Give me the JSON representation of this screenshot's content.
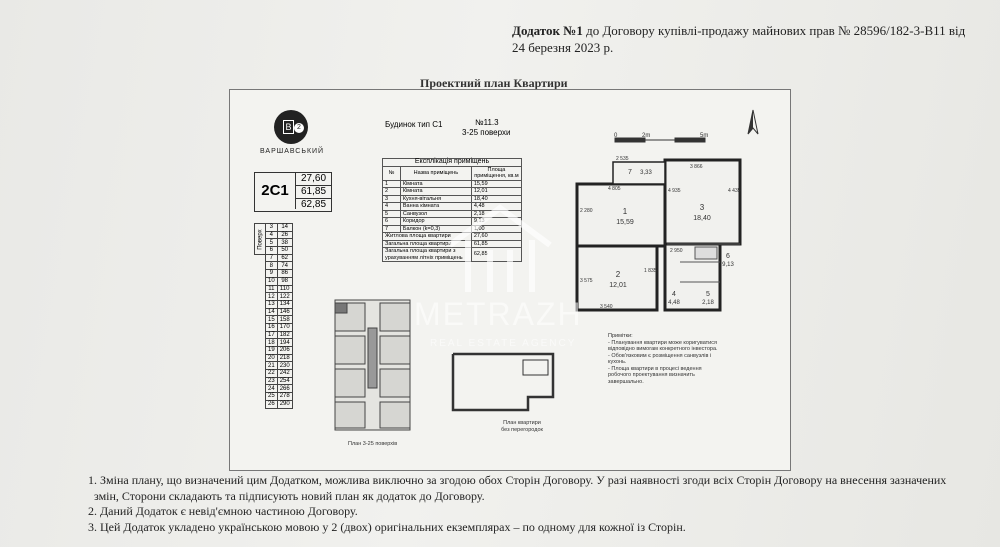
{
  "header": {
    "line1_bold": "Додаток №1",
    "line1_rest": " до Договору купівлі-продажу майнових прав  № 28596/182-3-В11 від",
    "line2": "24 березня 2023 р."
  },
  "plan_title": "Проектний план Квартири",
  "logo": {
    "letter": "B",
    "number": "2",
    "brand": "ВАРШАВСЬКИЙ"
  },
  "apartment_code": {
    "code": "2С1",
    "values": [
      "27,60",
      "61,85",
      "62,85"
    ]
  },
  "building": {
    "type": "Будинок тип С1",
    "number": "№11.3",
    "floors": "3-25 поверхи"
  },
  "explication": {
    "caption": "Експлікація приміщень",
    "headers": [
      "№",
      "Назва приміщень",
      "Площа приміщення, кв.м"
    ],
    "rows": [
      [
        "1",
        "Кімната",
        "15,59"
      ],
      [
        "2",
        "Кімната",
        "12,01"
      ],
      [
        "3",
        "Кухня-вітальня",
        "18,40"
      ],
      [
        "4",
        "Ванна кімната",
        "4,48"
      ],
      [
        "5",
        "Санвузол",
        "2,18"
      ],
      [
        "6",
        "Коридор",
        "9,13"
      ],
      [
        "7",
        "Балкон (k=0,3)",
        "1,00"
      ]
    ],
    "summary": [
      [
        "Житлова площа квартири",
        "27,60"
      ],
      [
        "Загальна площа квартири",
        "61,85"
      ],
      [
        "Загальна площа квартири з урахуванням літніх приміщень",
        "62,85"
      ]
    ]
  },
  "floors_table": {
    "label": "Поверх",
    "rows": [
      [
        "3",
        "14"
      ],
      [
        "4",
        "26"
      ],
      [
        "5",
        "38"
      ],
      [
        "6",
        "50"
      ],
      [
        "7",
        "62"
      ],
      [
        "8",
        "74"
      ],
      [
        "9",
        "86"
      ],
      [
        "10",
        "98"
      ],
      [
        "11",
        "110"
      ],
      [
        "12",
        "122"
      ],
      [
        "13",
        "134"
      ],
      [
        "14",
        "146"
      ],
      [
        "15",
        "158"
      ],
      [
        "16",
        "170"
      ],
      [
        "17",
        "182"
      ],
      [
        "18",
        "194"
      ],
      [
        "19",
        "206"
      ],
      [
        "20",
        "218"
      ],
      [
        "21",
        "230"
      ],
      [
        "22",
        "242"
      ],
      [
        "23",
        "254"
      ],
      [
        "24",
        "266"
      ],
      [
        "25",
        "278"
      ],
      [
        "26",
        "290"
      ]
    ]
  },
  "floor_plan": {
    "scale": {
      "zero": "0",
      "mid": "2m",
      "end": "5m"
    },
    "rooms": [
      {
        "num": "1",
        "area": "15,59"
      },
      {
        "num": "2",
        "area": "12,01"
      },
      {
        "num": "3",
        "area": "18,40"
      },
      {
        "num": "4",
        "area": "4,48"
      },
      {
        "num": "5",
        "area": "2,18"
      },
      {
        "num": "6",
        "area": "9,13"
      },
      {
        "num": "7",
        "area": "3,33"
      }
    ],
    "dims": [
      "4 805",
      "3 866",
      "3 540",
      "2 950",
      "2 280",
      "4 935",
      "3 575",
      "4 435",
      "1 835",
      "2 535"
    ]
  },
  "notes": {
    "title": "Примітки:",
    "lines": [
      "- Планування квартири може коригуватися відповідно вимогам конкретного інвестора.",
      "- Обов'язковим є розміщення санвузлів і кухонь.",
      "- Площа квартири в процесі ведення робочого проектування визначить завершально."
    ]
  },
  "captions": {
    "floor_plan": "План 3-25 поверхів",
    "empty_plan_1": "План квартири",
    "empty_plan_2": "без перегородок"
  },
  "watermark": {
    "name": "METRAZH",
    "sub": "REAL ESTATE AGENCY"
  },
  "footer": [
    "1. Зміна плану, що визначений цим Додатком, можлива виключно за згодою обох Сторін Договору. У разі наявності згоди всіх Сторін Договору на внесення зазначених",
    "змін, Сторони складають та підписують новий план як додаток до Договору.",
    "2. Даний Додаток є невід'ємною частиною Договору.",
    "3. Цей Додаток укладено українською мовою у 2 (двох) оригінальних екземплярах – по одному для кожної із Сторін."
  ]
}
